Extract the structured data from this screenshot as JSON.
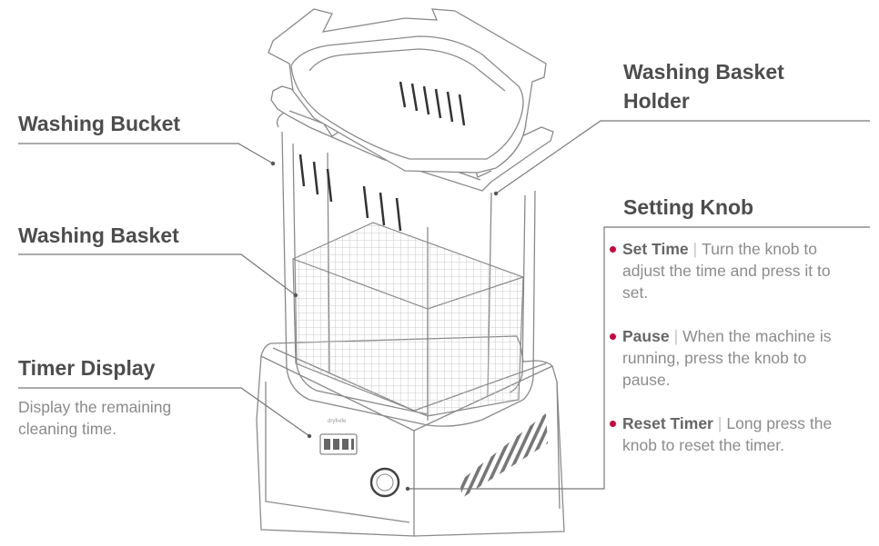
{
  "labels": {
    "washing_bucket": "Washing Bucket",
    "washing_basket": "Washing Basket",
    "timer_display": "Timer Display",
    "timer_desc_line1": "Display the remaining",
    "timer_desc_line2": "cleaning time.",
    "basket_holder_line1": "Washing Basket",
    "basket_holder_line2": "Holder",
    "setting_knob": "Setting Knob"
  },
  "setting_knob_items": [
    {
      "name": "Set Time",
      "line1": "Turn the knob to",
      "line2": "adjust the time and press it to",
      "line3": "set."
    },
    {
      "name": "Pause",
      "line1": "When the machine is",
      "line2": "running, press the knob to",
      "line3": "pause."
    },
    {
      "name": "Reset Timer",
      "line1": "Long press the",
      "line2": "knob to reset the timer.",
      "line3": ""
    }
  ],
  "separator": "|",
  "colors": {
    "accent": "#c8003c",
    "line": "#777777",
    "text": "#4d4d4d"
  }
}
